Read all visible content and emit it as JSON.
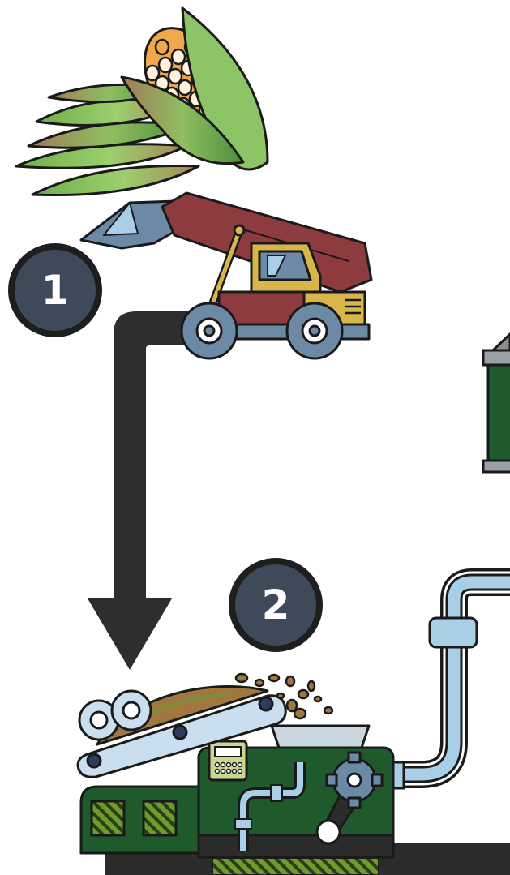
{
  "steps": [
    {
      "number": "1",
      "stage": "harvest-and-load",
      "icon": "corn-cob-icon"
    },
    {
      "number": "2",
      "stage": "conveyor-and-process",
      "icon": "processing-machine-icon"
    }
  ],
  "colors": {
    "outline": "#1a1a1a",
    "arrow": "#2e2e2e",
    "badge_fill": "#3e4a5a",
    "badge_ring": "#1e1e1e",
    "boom_red": "#8e3b3f",
    "loader_yellow": "#d8b64a",
    "steel_blue": "#6c8aa6",
    "pipe_blue": "#a9cfe6",
    "machine_green": "#1f5a2c",
    "husk_green": "#8cc466",
    "corn_kernel": "#f0a84a",
    "feed_brown": "#a0773f"
  }
}
